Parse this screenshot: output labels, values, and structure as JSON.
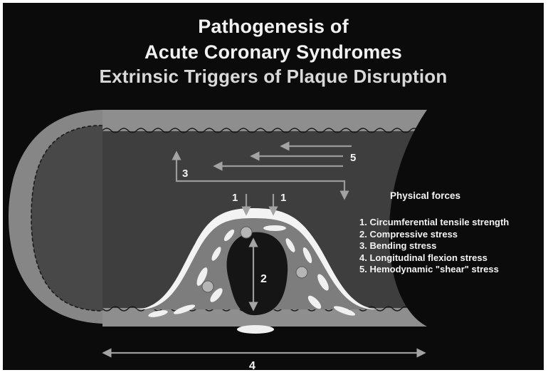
{
  "title": {
    "line1": "Pathogenesis of",
    "line2": "Acute Coronary Syndromes",
    "line3": "Extrinsic Triggers of Plaque Disruption"
  },
  "diagram_labels": {
    "arrow_1_left": "1",
    "arrow_1_right": "1",
    "arrow_2": "2",
    "arrow_3": "3",
    "arrow_4": "4",
    "arrow_5": "5"
  },
  "physical_forces": {
    "heading": "Physical forces",
    "items": [
      "1. Circumferential tensile strength",
      "2. Compressive stress",
      "3. Bending stress",
      "4. Longitudinal flexion stress",
      "5. Hemodynamic \"shear\" stress"
    ]
  },
  "colors": {
    "background": "#0b0b0b",
    "vessel_wall": "#8a8a8a",
    "lumen": "#3e3e3e",
    "fibrous_cap": "#f4f4f4",
    "lipid_core": "#161616",
    "arrows": "#9a9a9a"
  }
}
